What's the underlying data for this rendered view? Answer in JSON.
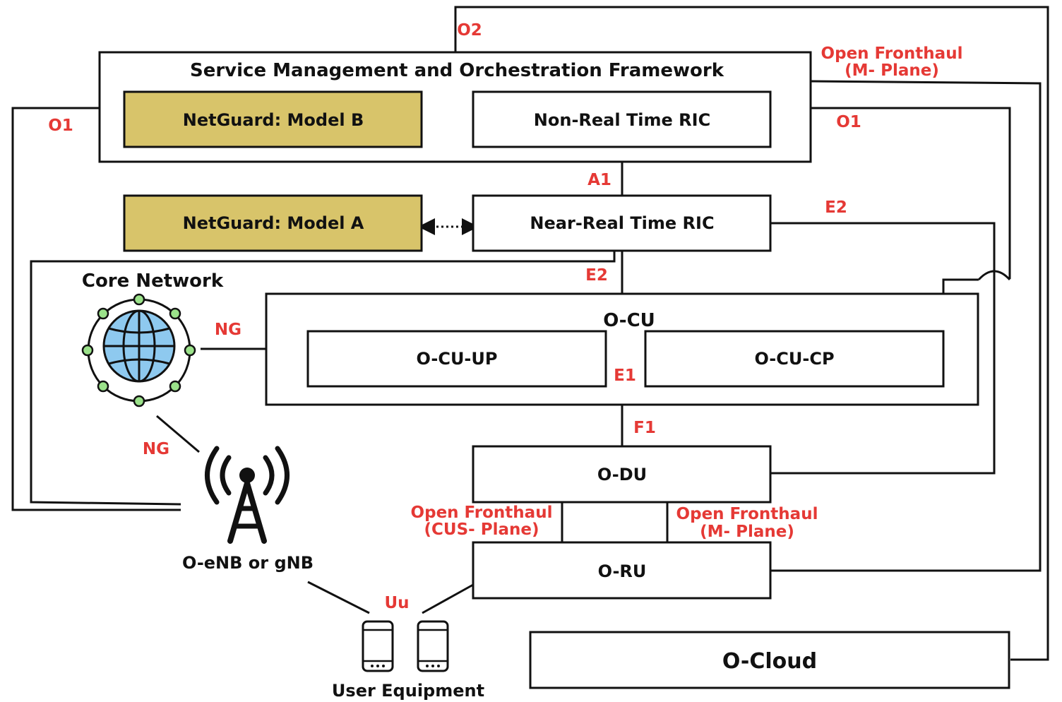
{
  "smo": {
    "title": "Service Management and Orchestration Framework"
  },
  "netguard_b": {
    "label": "NetGuard: Model B"
  },
  "netguard_a": {
    "label": "NetGuard: Model A"
  },
  "non_rt_ric": {
    "label": "Non-Real Time RIC"
  },
  "near_rt_ric": {
    "label": "Near-Real Time RIC"
  },
  "core": {
    "label": "Core Network"
  },
  "ocu": {
    "title": "O-CU",
    "up": "O-CU-UP",
    "cp": "O-CU-CP"
  },
  "odu": {
    "label": "O-DU"
  },
  "oru": {
    "label": "O-RU"
  },
  "ocloud": {
    "label": "O-Cloud"
  },
  "gnb": {
    "label": "O-eNB or gNB"
  },
  "ue": {
    "label": "User Equipment"
  },
  "interfaces": {
    "o2": "O2",
    "o1_left": "O1",
    "o1_right": "O1",
    "ofh_m_top_1": "Open Fronthaul",
    "ofh_m_top_2": "(M- Plane)",
    "a1": "A1",
    "e2_right": "E2",
    "e2_mid": "E2",
    "ng_core_cu": "NG",
    "ng_core_gnb": "NG",
    "e1": "E1",
    "f1": "F1",
    "ofh_cus_1": "Open Fronthaul",
    "ofh_cus_2": "(CUS- Plane)",
    "ofh_m_mid_1": "Open Fronthaul",
    "ofh_m_mid_2": "(M- Plane)",
    "uu": "Uu"
  },
  "colors": {
    "interface_label": "#e53935",
    "netguard_fill": "#d8c46a",
    "globe_fill": "#8ec9ef",
    "node_fill": "#9be28a"
  },
  "icons": [
    "globe-network-icon",
    "antenna-tower-icon",
    "smartphone-icon",
    "bidirectional-arrow-icon"
  ]
}
